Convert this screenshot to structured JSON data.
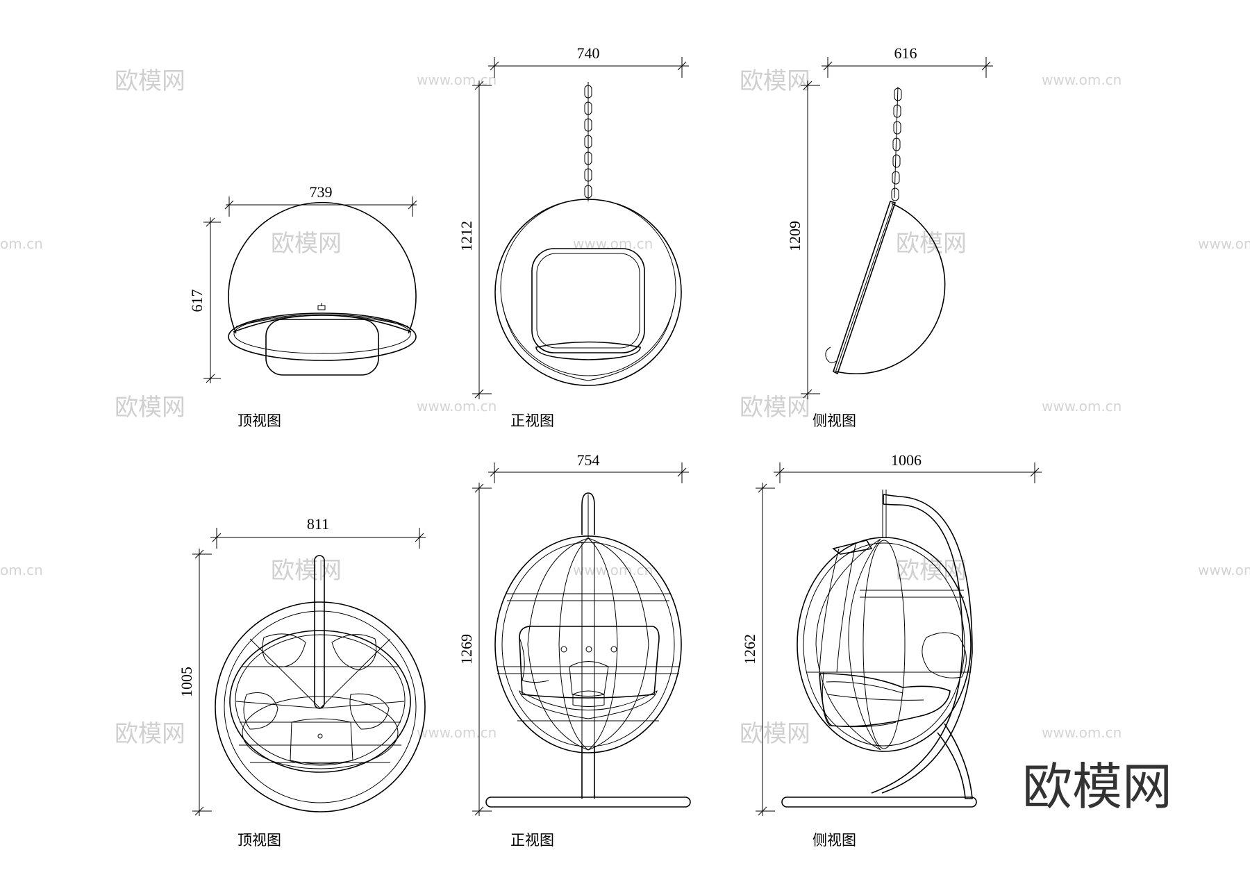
{
  "watermarks": {
    "logo_text": "欧模网",
    "url_text": "www.om.cn",
    "url_text_short": "om.cn",
    "brand_logo": "欧模网"
  },
  "views": [
    {
      "id": "bubble-top",
      "caption": "顶视图",
      "dim_width": "739",
      "dim_height": "617"
    },
    {
      "id": "bubble-front",
      "caption": "正视图",
      "dim_width": "740",
      "dim_height": "1212"
    },
    {
      "id": "bubble-side",
      "caption": "侧视图",
      "dim_width": "616",
      "dim_height": "1209"
    },
    {
      "id": "egg-top",
      "caption": "顶视图",
      "dim_width": "811",
      "dim_height": "1005"
    },
    {
      "id": "egg-front",
      "caption": "正视图",
      "dim_width": "754",
      "dim_height": "1269"
    },
    {
      "id": "egg-side",
      "caption": "侧视图",
      "dim_width": "1006",
      "dim_height": "1262"
    }
  ]
}
